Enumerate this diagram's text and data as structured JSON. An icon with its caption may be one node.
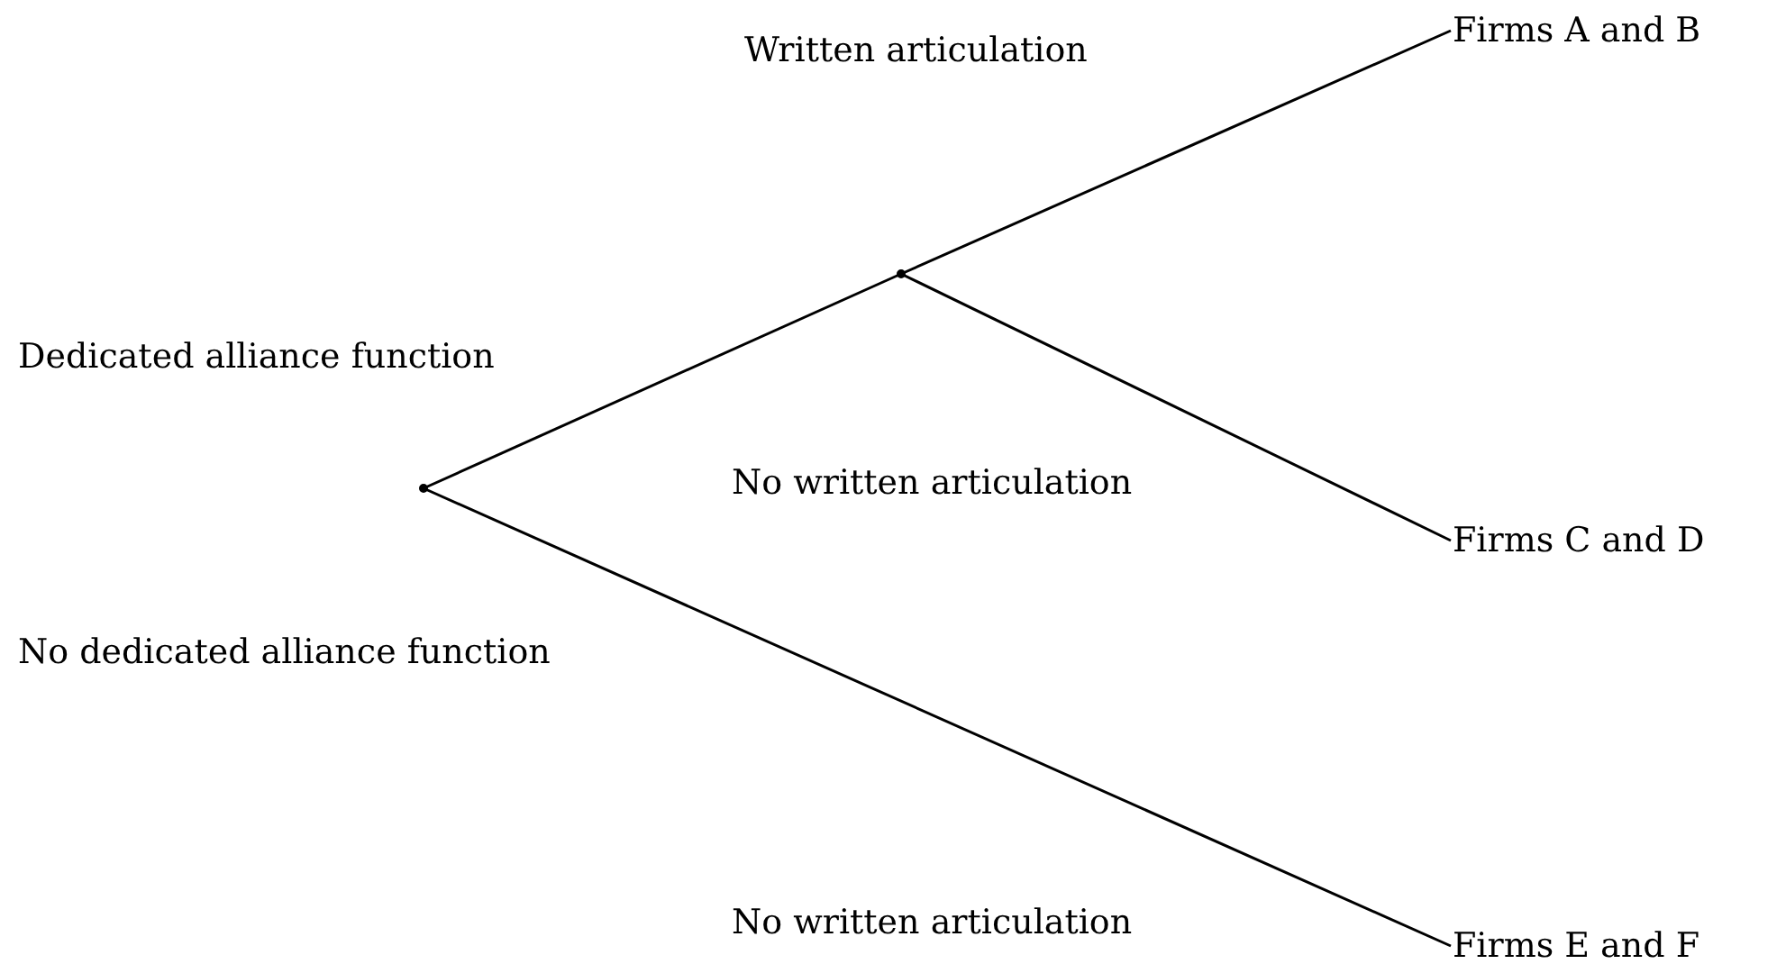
{
  "diagram": {
    "nodes": [
      {
        "text": [],
        "shape": "point"
      },
      {
        "text": [],
        "shape": "point"
      },
      {
        "text": [
          "Firms A and B"
        ]
      },
      {
        "text": [
          "Firms C and D"
        ]
      },
      {
        "text": [
          "Firms E and F"
        ]
      }
    ],
    "edges": [
      {
        "from": 0,
        "to": 1,
        "arrow": "none",
        "label": "Dedicated alliance function"
      },
      {
        "from": 1,
        "to": 2,
        "arrow": "none",
        "label": "Written articulation"
      },
      {
        "from": 1,
        "to": 3,
        "arrow": "none",
        "label": "No written articulation"
      },
      {
        "from": 0,
        "to": 4,
        "arrow": "none",
        "label": "No dedicated alliance function"
      }
    ],
    "labels": [
      "No written articulation"
    ]
  }
}
